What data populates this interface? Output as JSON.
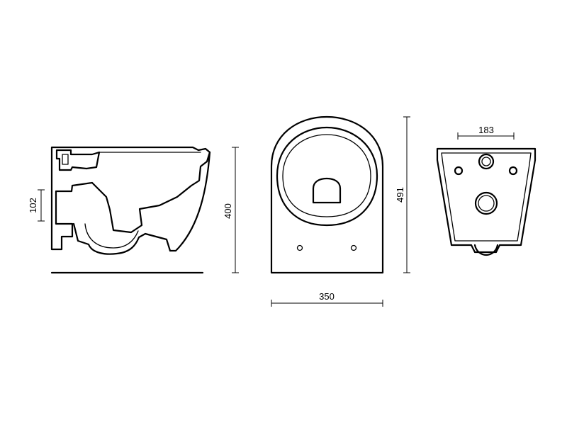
{
  "dimensions": {
    "side_height": "400",
    "side_outlet_height": "102",
    "front_width": "350",
    "front_length": "491",
    "rear_mount_spacing": "183"
  },
  "colors": {
    "line": "#000000",
    "background": "#ffffff"
  }
}
